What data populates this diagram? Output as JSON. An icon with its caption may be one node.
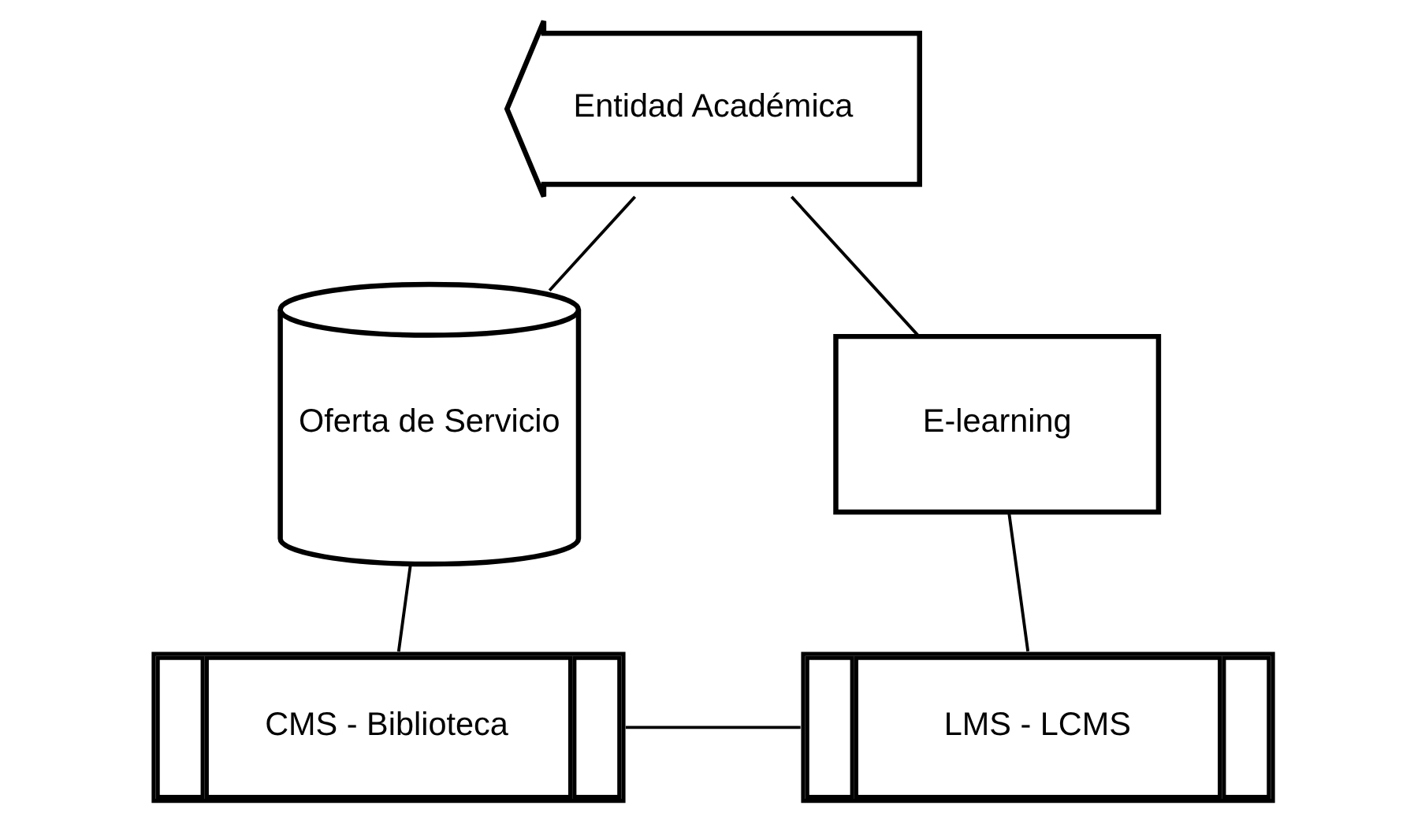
{
  "diagram": {
    "nodes": [
      {
        "text": [
          "Entidad Académica"
        ]
      },
      {
        "text": [
          "Oferta de Servicio"
        ]
      },
      {
        "text": [
          "E-learning"
        ]
      },
      {
        "text": [
          "CMS - Biblioteca"
        ]
      },
      {
        "text": [
          "LMS - LCMS"
        ]
      }
    ],
    "edges": [
      {
        "from": 0,
        "to": 1,
        "arrow": "none"
      },
      {
        "from": 0,
        "to": 2,
        "arrow": "none"
      },
      {
        "from": 1,
        "to": 3,
        "arrow": "none"
      },
      {
        "from": 2,
        "to": 4,
        "arrow": "none"
      },
      {
        "from": 3,
        "to": 4,
        "arrow": "none"
      }
    ]
  }
}
